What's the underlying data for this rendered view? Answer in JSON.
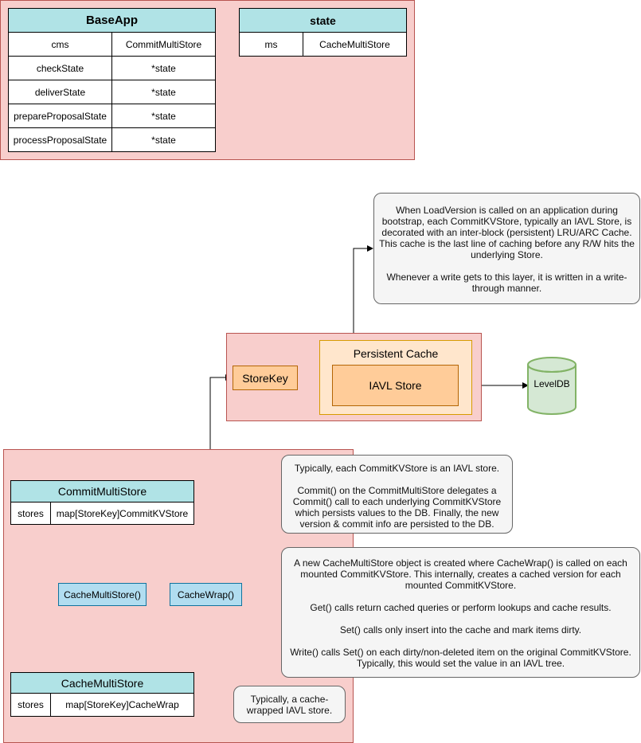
{
  "baseapp": {
    "title": "BaseApp",
    "rows": [
      {
        "key": "cms",
        "value": "CommitMultiStore"
      },
      {
        "key": "checkState",
        "value": "*state"
      },
      {
        "key": "deliverState",
        "value": "*state"
      },
      {
        "key": "prepareProposalState",
        "value": "*state"
      },
      {
        "key": "processProposalState",
        "value": "*state"
      }
    ]
  },
  "state": {
    "title": "state",
    "rows": [
      {
        "key": "ms",
        "value": "CacheMultiStore"
      }
    ]
  },
  "persistent_note": "When LoadVersion is called on an application during bootstrap, each CommitKVStore, typically an IAVL Store, is decorated with an inter-block (persistent) LRU/ARC Cache. This cache is the last line of caching before any R/W hits the underlying Store.\n\nWhenever a write gets to this layer, it is written in a write-through manner.",
  "persistent": {
    "storekey": "StoreKey",
    "cache_title": "Persistent Cache",
    "iavl": "IAVL Store",
    "leveldb": "LevelDB"
  },
  "commit_multistore": {
    "title": "CommitMultiStore",
    "key": "stores",
    "value": "map[StoreKey]CommitKVStore"
  },
  "commit_note": "Typically, each CommitKVStore is an IAVL store.\n\nCommit() on the CommitMultiStore delegates a Commit() call to each underlying CommitKVStore which persists values to the DB. Finally, the new version & commit info are persisted to the DB.",
  "cache_fn": "CacheMultiStore()",
  "cachewrap_fn": "CacheWrap()",
  "cache_note": "A new CacheMultiStore object is created where CacheWrap() is called on each mounted CommitKVStore. This internally, creates a cached version for each mounted CommitKVStore.\n\nGet() calls return cached queries or perform lookups and cache results.\n\nSet() calls only insert into the cache and mark items dirty.\n\nWrite() calls Set() on each dirty/non-deleted item on the original CommitKVStore. Typically, this would set the value in an IAVL tree.",
  "cache_multistore": {
    "title": "CacheMultiStore",
    "key": "stores",
    "value": "map[StoreKey]CacheWrap"
  },
  "cachewrap_note": "Typically, a cache-wrapped IAVL store.",
  "colors": {
    "pink_fill": "#f8cecc",
    "pink_stroke": "#b85450",
    "teal_header": "#b0e3e6",
    "blue_fill": "#b1ddf0",
    "orange_fill": "#ffcc99",
    "cream_fill": "#ffe6cc",
    "green_fill": "#d5e8d4",
    "green_stroke": "#82b366"
  }
}
